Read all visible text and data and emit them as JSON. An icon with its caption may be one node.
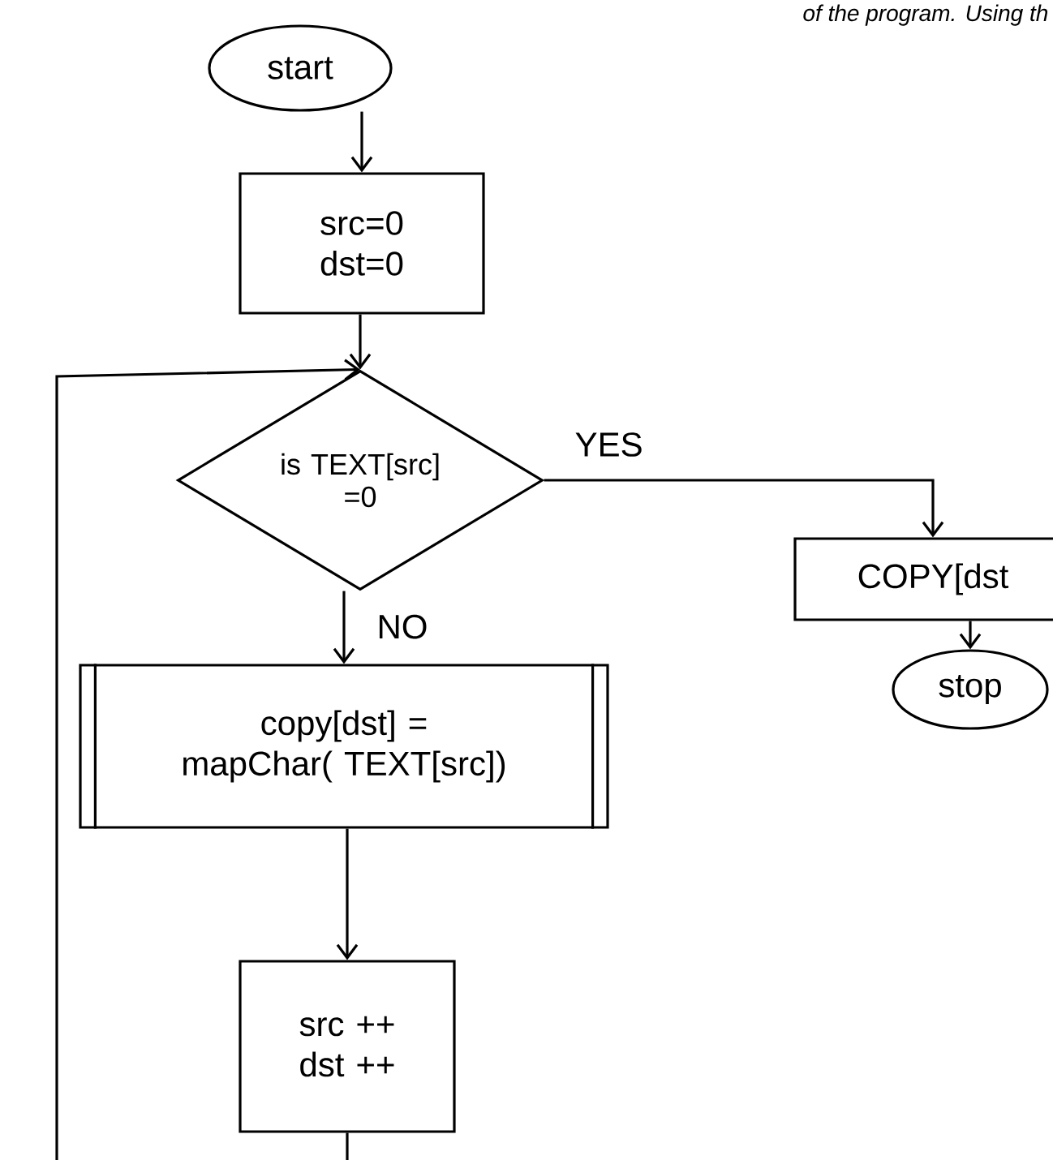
{
  "diagram": {
    "nodes": [
      {
        "text": [
          "start"
        ]
      },
      {
        "text": [
          "src=0 dst=0"
        ]
      },
      {
        "text": [
          "is TEXT[src] =0"
        ]
      },
      {
        "text": [
          "COPY[dst"
        ]
      },
      {
        "text": [
          "stop"
        ]
      },
      {
        "text": [
          "copy[dst] = mapChar( TEXT[src])"
        ]
      },
      {
        "text": [
          "src ++ dst ++"
        ]
      }
    ],
    "edges": [
      {
        "from": 0,
        "to": 1,
        "arrow": "to"
      },
      {
        "from": 1,
        "to": 2,
        "arrow": "to"
      },
      {
        "from": 2,
        "to": 3,
        "arrow": "to",
        "label": "YES"
      },
      {
        "from": 3,
        "to": 4,
        "arrow": "to"
      },
      {
        "from": 2,
        "to": 5,
        "arrow": "to",
        "label": "NO"
      },
      {
        "from": 5,
        "to": 6,
        "arrow": "to"
      },
      {
        "from": 6,
        "to": 2,
        "arrow": "to"
      }
    ],
    "labels": [
      "of the program. Using th"
    ]
  }
}
